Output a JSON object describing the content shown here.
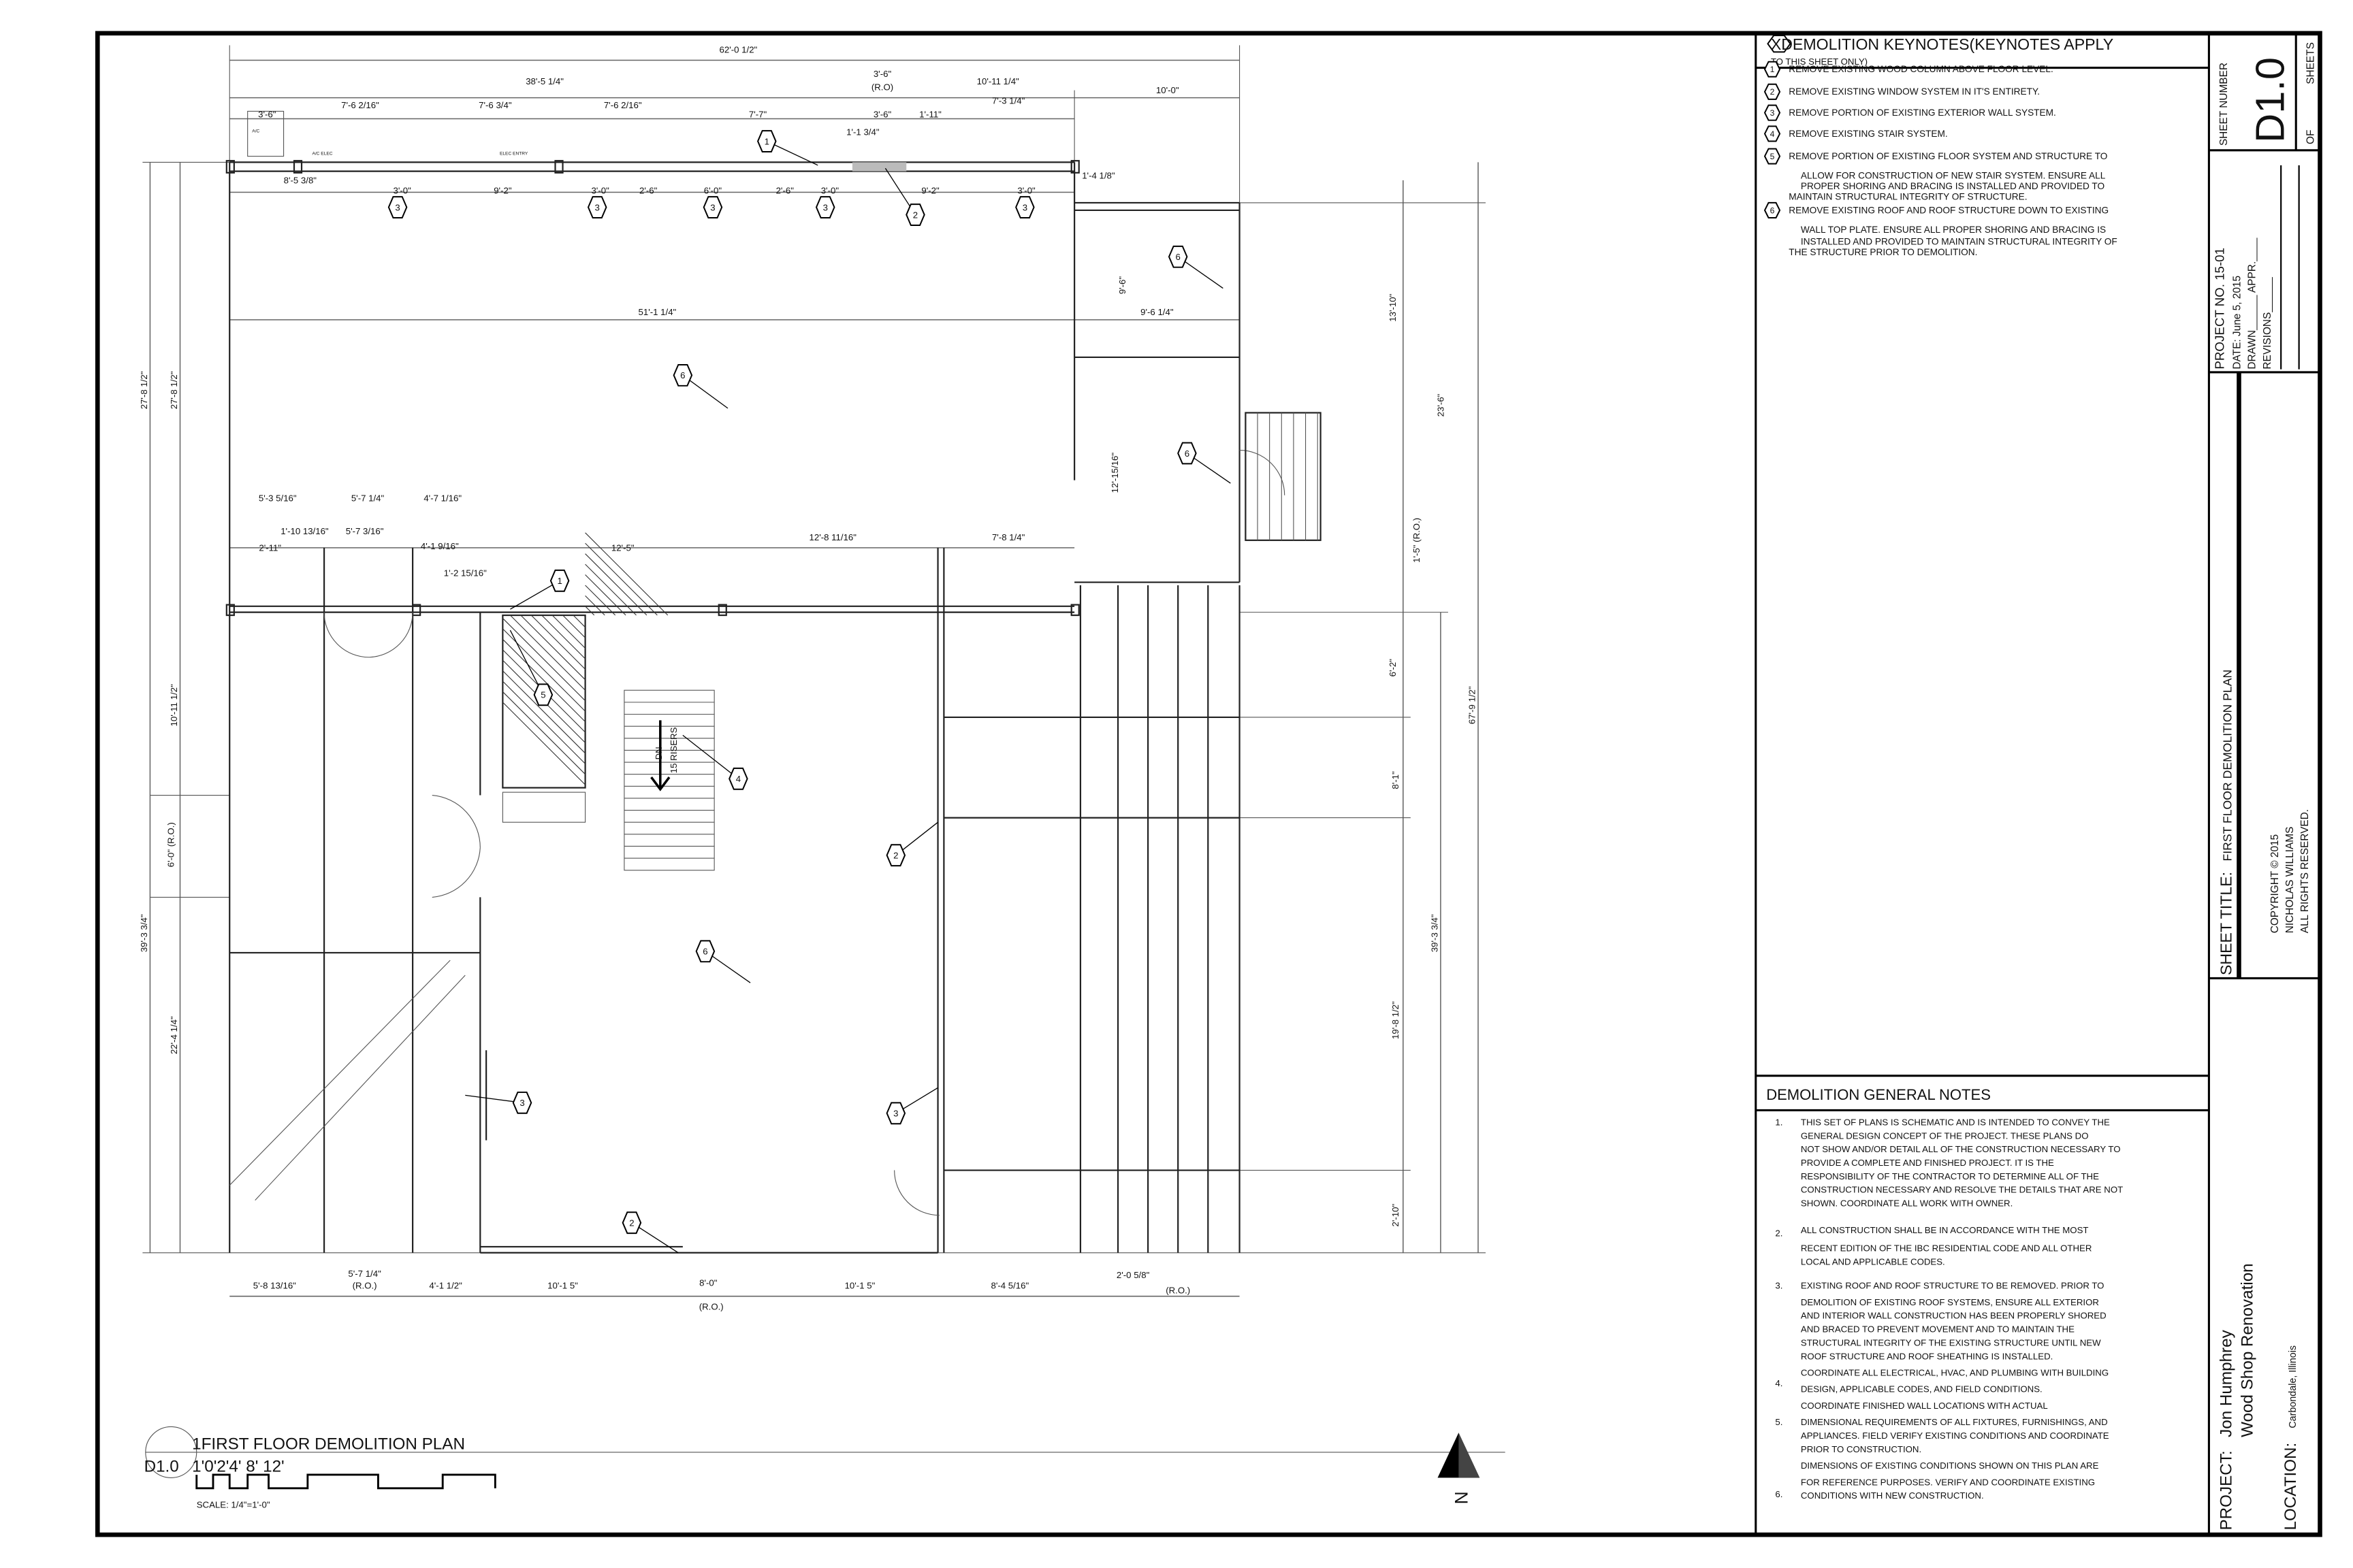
{
  "keynotes": {
    "title": "XDEMOLITION KEYNOTES(KEYNOTES APPLY",
    "title_cont": "TO THIS SHEET ONLY)",
    "items": [
      {
        "num": "1",
        "lines": [
          "REMOVE EXISTING WOOD COLUMN ABOVE FLOOR LEVEL."
        ]
      },
      {
        "num": "2",
        "lines": [
          "REMOVE EXISTING WINDOW SYSTEM IN IT'S ENTIRETY."
        ]
      },
      {
        "num": "3",
        "lines": [
          "REMOVE PORTION OF EXISTING EXTERIOR WALL SYSTEM."
        ]
      },
      {
        "num": "4",
        "lines": [
          "REMOVE EXISTING STAIR SYSTEM."
        ]
      },
      {
        "num": "5",
        "lines": [
          "REMOVE PORTION OF EXISTING FLOOR SYSTEM AND STRUCTURE TO",
          "ALLOW FOR CONSTRUCTION OF NEW STAIR SYSTEM. ENSURE ALL",
          "PROPER SHORING AND BRACING IS INSTALLED AND PROVIDED TO",
          "MAINTAIN STRUCTURAL INTEGRITY OF STRUCTURE."
        ]
      },
      {
        "num": "6",
        "lines": [
          "REMOVE EXISTING ROOF AND ROOF STRUCTURE DOWN TO EXISTING",
          "WALL TOP PLATE. ENSURE ALL PROPER SHORING AND BRACING IS",
          "INSTALLED AND PROVIDED TO MAINTAIN STRUCTURAL INTEGRITY OF",
          "THE STRUCTURE PRIOR TO DEMOLITION."
        ]
      }
    ]
  },
  "general_notes": {
    "title": "DEMOLITION GENERAL NOTES",
    "items": [
      {
        "num": "1.",
        "lines": [
          "THIS SET OF PLANS IS SCHEMATIC AND IS INTENDED TO CONVEY THE",
          "GENERAL DESIGN CONCEPT OF THE PROJECT. THESE PLANS DO",
          "NOT SHOW AND/OR DETAIL ALL OF THE CONSTRUCTION NECESSARY TO",
          "PROVIDE A COMPLETE AND FINISHED PROJECT. IT IS THE",
          "RESPONSIBILITY OF THE CONTRACTOR TO DETERMINE ALL OF THE",
          "CONSTRUCTION NECESSARY AND RESOLVE THE DETAILS THAT ARE NOT",
          "SHOWN. COORDINATE ALL WORK WITH OWNER."
        ]
      },
      {
        "num": "2.",
        "lines": [
          "ALL CONSTRUCTION SHALL BE IN ACCORDANCE WITH THE MOST",
          "RECENT EDITION OF THE IBC RESIDENTIAL CODE AND ALL OTHER",
          "LOCAL AND APPLICABLE CODES."
        ]
      },
      {
        "num": "3.",
        "lines": [
          "EXISTING ROOF AND ROOF STRUCTURE TO BE REMOVED. PRIOR TO",
          "DEMOLITION OF EXISTING ROOF SYSTEMS, ENSURE ALL EXTERIOR",
          "AND INTERIOR WALL CONSTRUCTION HAS BEEN PROPERLY SHORED",
          "AND BRACED TO PREVENT MOVEMENT AND TO MAINTAIN THE",
          "STRUCTURAL INTEGRITY OF THE EXISTING STRUCTURE UNTIL NEW",
          "ROOF STRUCTURE AND ROOF SHEATHING IS INSTALLED."
        ]
      },
      {
        "num": "4.",
        "lines": [
          "COORDINATE ALL ELECTRICAL, HVAC, AND PLUMBING WITH BUILDING",
          "DESIGN, APPLICABLE CODES, AND FIELD CONDITIONS."
        ]
      },
      {
        "num": "5.",
        "lines": [
          "COORDINATE FINISHED WALL LOCATIONS WITH ACTUAL",
          "DIMENSIONAL REQUIREMENTS OF ALL FIXTURES, FURNISHINGS, AND",
          "APPLIANCES. FIELD VERIFY EXISTING CONDITIONS AND COORDINATE",
          "PRIOR TO CONSTRUCTION."
        ]
      },
      {
        "num": "6.",
        "lines": [
          "DIMENSIONS OF EXISTING CONDITIONS SHOWN ON THIS PLAN ARE",
          "FOR REFERENCE PURPOSES. VERIFY AND COORDINATE EXISTING",
          "CONDITIONS WITH NEW CONSTRUCTION."
        ]
      }
    ]
  },
  "title_block": {
    "sheet_number_label": "SHEET NUMBER",
    "sheet_number": "D1.0",
    "of_label": "OF",
    "sheets_label": "SHEETS",
    "project_no": "PROJECT NO.  15-01",
    "date": "DATE:  June 5, 2015",
    "drawn": "DRAWN______ APPR.____",
    "revisions": "REVISIONS______",
    "sheet_title_label": "SHEET TITLE:",
    "sheet_title": "FIRST FLOOR DEMOLITION PLAN",
    "copyright": "COPYRIGHT © 2015",
    "author": "NICHOLAS WILLIAMS",
    "rights": "ALL RIGHTS RESERVED.",
    "project_label": "PROJECT:",
    "project_client": "Jon Humphrey",
    "project_name": "Wood Shop Renovation",
    "location_label": "LOCATION:",
    "location": "Carbondale, Illinois"
  },
  "drawing": {
    "title": "1FIRST FLOOR DEMOLITION PLAN",
    "ref": "D1.0",
    "scale_ticks": "1'0'2'4' 8' 12'",
    "scale": "SCALE: 1/4\"=1'-0\"",
    "north": "N",
    "stair_label": "15 RISERS",
    "stair_dir": "DN",
    "room_labels": [
      "A/C",
      "A/C ELEC",
      "ELEC ENTRY"
    ],
    "tags": [
      "1",
      "2",
      "3",
      "3",
      "3",
      "3",
      "3",
      "6",
      "6",
      "6",
      "1",
      "5",
      "4",
      "2",
      "6",
      "3",
      "3",
      "2"
    ],
    "dims": {
      "top": [
        "62'-0 1/2\"",
        "38'-5 1/4\"",
        "3'-6\"",
        "(R.O)",
        "10'-11 1/4\"",
        "10'-0\"",
        "3'-6\"",
        "7'-6 2/16\"",
        "7'-6 3/4\"",
        "7'-6 2/16\"",
        "7'-7\"",
        "3'-6\"",
        "1'-11\"",
        "7'-3 1/4\"",
        "8'-5 3/8\"",
        "3'-0\"",
        "9'-2\"",
        "3'-0\"",
        "2'-6\"",
        "6'-0\"",
        "2'-6\"",
        "3'-0\"",
        "9'-2\"",
        "3'-0\"",
        "1'-4 1/8\"",
        "1'-1 3/4\""
      ],
      "middle": [
        "51'-1 1/4\"",
        "9'-6 1/4\"",
        "9'-6\"",
        "12'-15/16\"",
        "5'-3 5/16\"",
        "5'-7 1/4\"",
        "4'-7 1/16\"",
        "1'-10 13/16\"",
        "5'-7 3/16\"",
        "4'-1 9/16\"",
        "2'-11\"",
        "1'-2 15/16\"",
        "12'-5\"",
        "12'-8 11/16\"",
        "7'-8 1/4\"",
        "1'-5\" (R.O.)"
      ],
      "left": [
        "27'-8 1/2\"",
        "27'-8 1/2\"",
        "10'-11 1/2\"",
        "6'-0\" (R.O.)",
        "39'-3 3/4\"",
        "22'-4 1/4\""
      ],
      "right": [
        "13'-10\"",
        "67'-9 1/2\"",
        "39'-3 3/4\"",
        "6'-2\"",
        "8'-1\"",
        "19'-8 1/2\"",
        "2'-10\"",
        "23'-6\""
      ],
      "bottom": [
        "5'-8 13/16\"",
        "5'-7 1/4\"",
        "(R.O.)",
        "4'-1 1/2\"",
        "10'-1 5\"",
        "8'-0\"",
        "(R.O.)",
        "10'-1 5\"",
        "8'-4 5/16\"",
        "2'-0 5/8\"",
        "(R.O.)"
      ]
    }
  }
}
